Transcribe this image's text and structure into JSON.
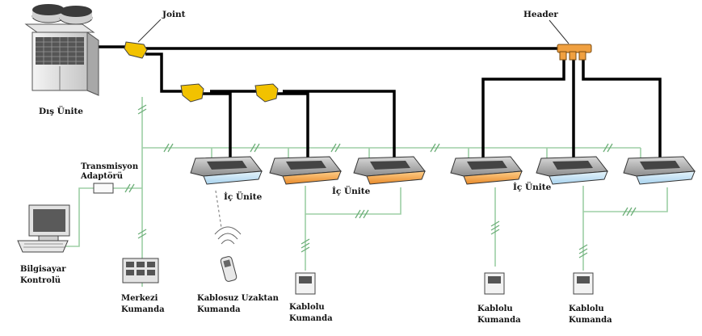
{
  "labels": {
    "outdoor_unit": "Dış Ünite",
    "joint": "Joint",
    "header": "Header",
    "transmission_adapter": [
      "Transmisyon",
      "Adaptörü"
    ],
    "indoor_unit": "İç Ünite",
    "pc_control": [
      "Bilgisayar",
      "Kontrolü"
    ],
    "central_controller": [
      "Merkezi",
      "Kumanda"
    ],
    "wireless_remote": [
      "Kablosuz Uzaktan",
      "Kumanda"
    ],
    "wired_remote": [
      "Kablolu",
      "Kumanda"
    ]
  },
  "colors": {
    "refrigerant_pipe": "#000000",
    "signal_line": "#9dcfa5",
    "joint": "#f2c200",
    "header": "#f0a040",
    "unit_orange": "#f3a24a",
    "unit_blue": "#bfe0f3",
    "unit_panel": "#9a9a9a"
  },
  "indoor_units": [
    {
      "id": "u1",
      "panel": "blue"
    },
    {
      "id": "u2",
      "panel": "orange"
    },
    {
      "id": "u3",
      "panel": "orange"
    },
    {
      "id": "u4",
      "panel": "orange"
    },
    {
      "id": "u5",
      "panel": "blue"
    },
    {
      "id": "u6",
      "panel": "blue"
    }
  ],
  "icons": [
    "outdoor-unit-icon",
    "joint-icon",
    "header-icon",
    "indoor-unit-icon",
    "computer-icon",
    "adapter-icon",
    "central-controller-icon",
    "wireless-remote-icon",
    "wired-remote-icon"
  ]
}
